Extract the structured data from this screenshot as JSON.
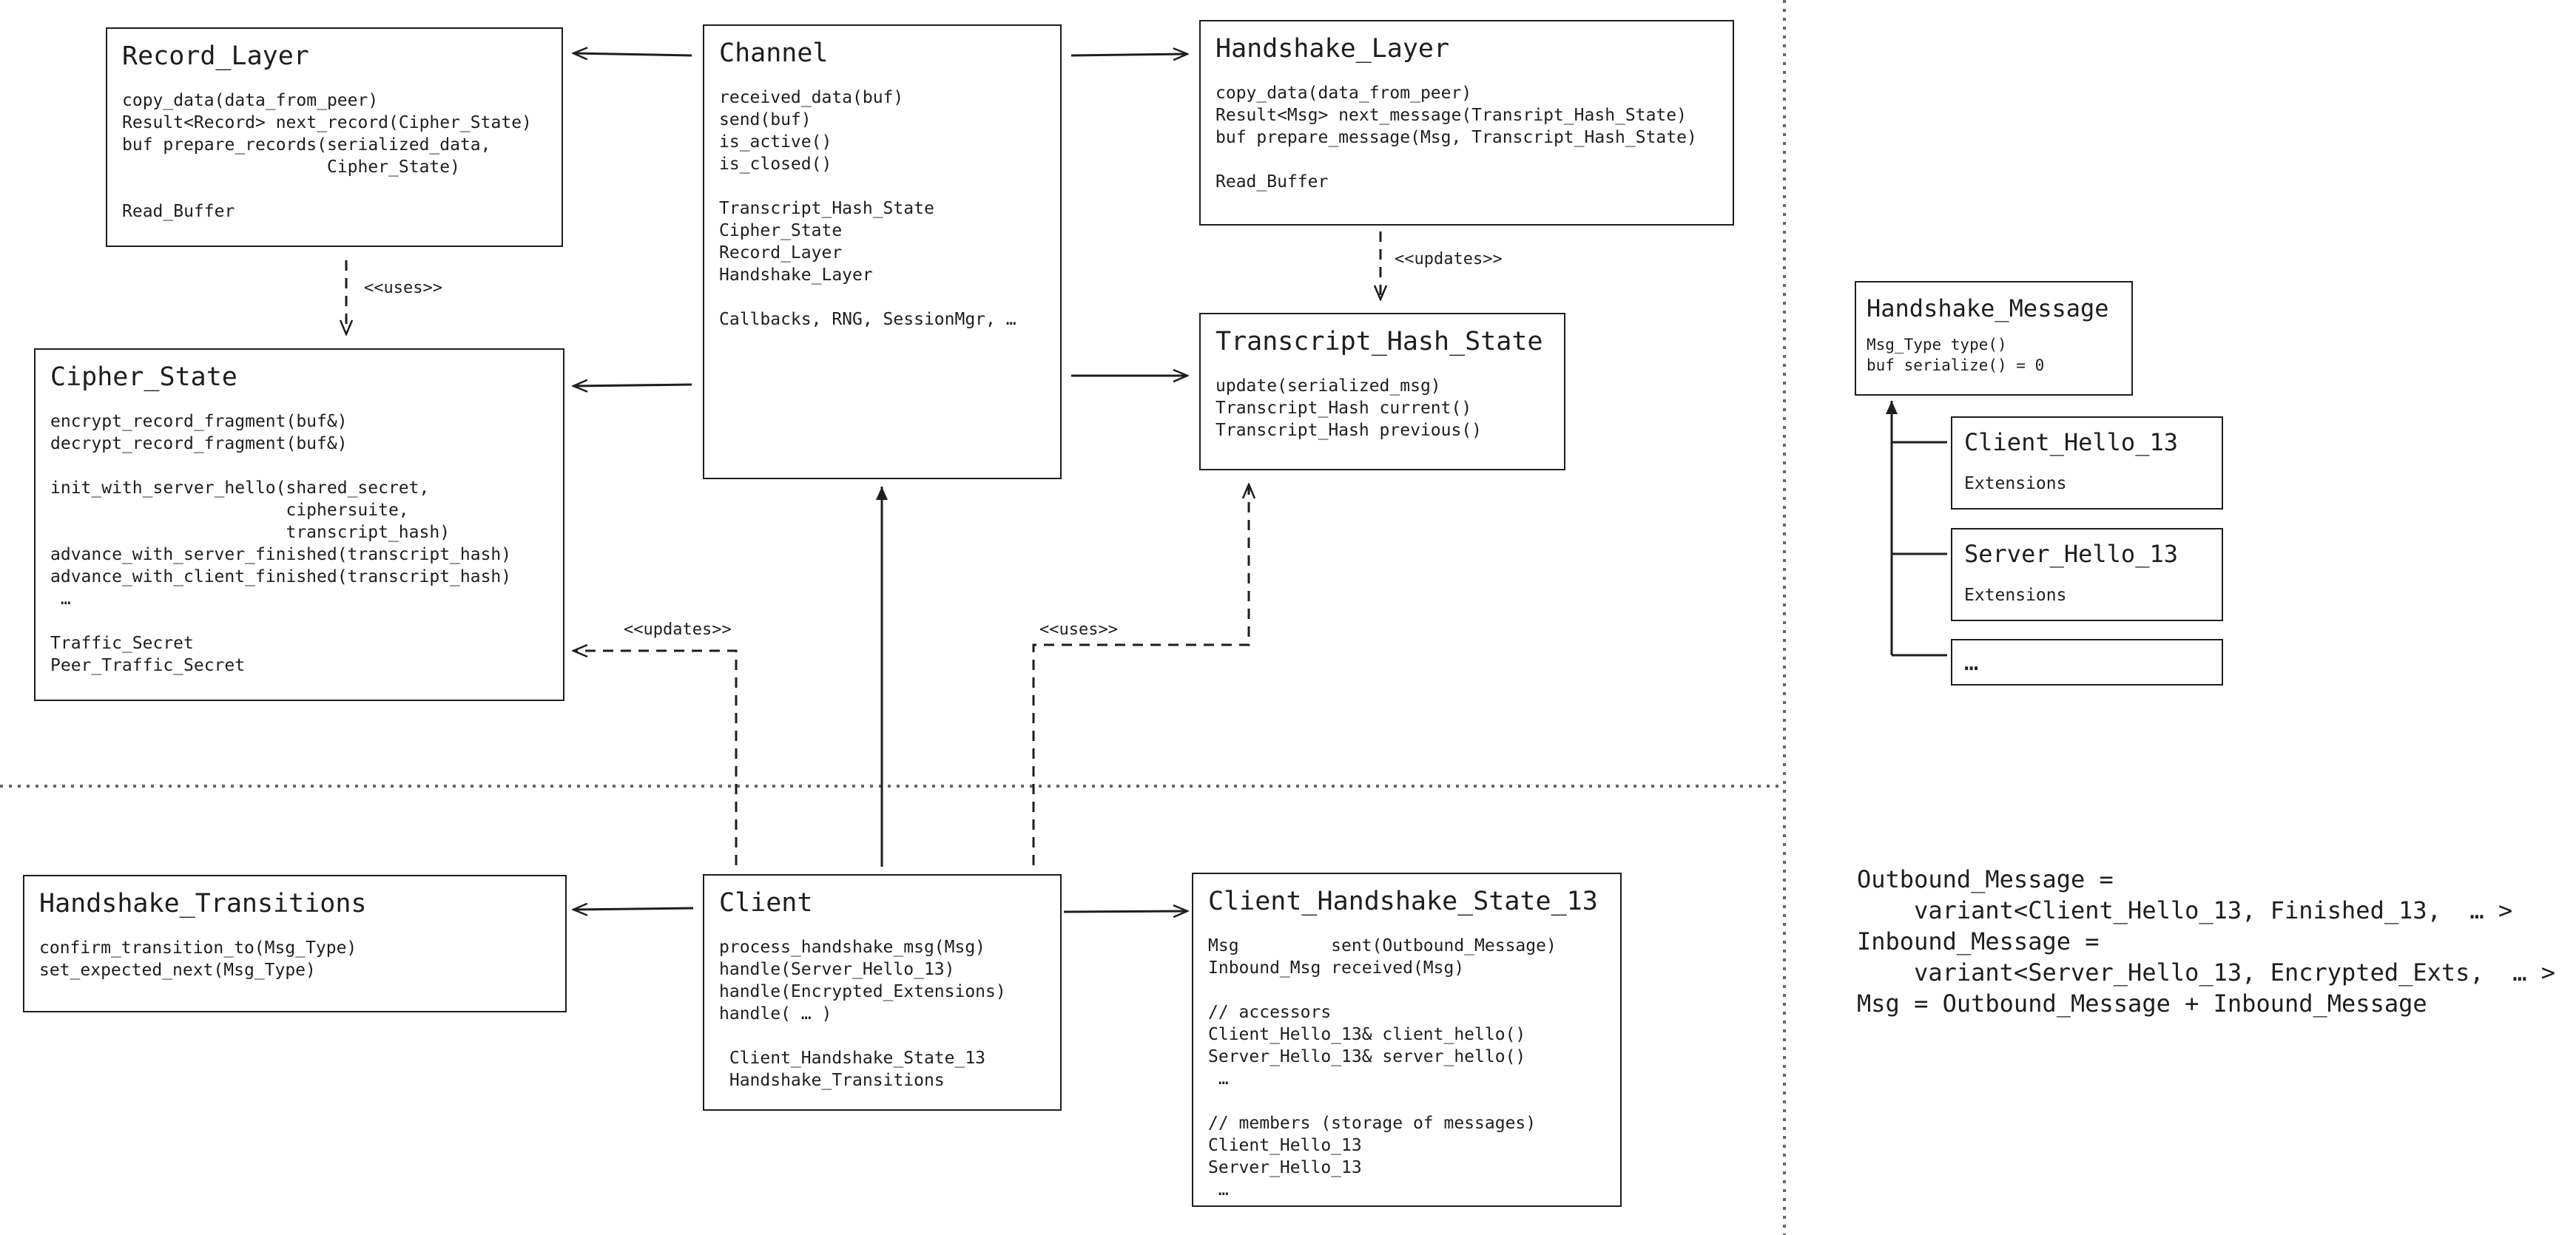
{
  "boxes": {
    "record_layer": {
      "title": "Record_Layer",
      "body": "copy_data(data_from_peer)\nResult<Record> next_record(Cipher_State)\nbuf prepare_records(serialized_data,\n                    Cipher_State)\n\nRead_Buffer"
    },
    "channel": {
      "title": "Channel",
      "body": "received_data(buf)\nsend(buf)\nis_active()\nis_closed()\n\nTranscript_Hash_State\nCipher_State\nRecord_Layer\nHandshake_Layer\n\nCallbacks, RNG, SessionMgr, …"
    },
    "handshake_layer": {
      "title": "Handshake_Layer",
      "body": "copy_data(data_from_peer)\nResult<Msg> next_message(Transript_Hash_State)\nbuf prepare_message(Msg, Transcript_Hash_State)\n\nRead_Buffer"
    },
    "cipher_state": {
      "title": "Cipher_State",
      "body": "encrypt_record_fragment(buf&)\ndecrypt_record_fragment(buf&)\n\ninit_with_server_hello(shared_secret,\n                       ciphersuite,\n                       transcript_hash)\nadvance_with_server_finished(transcript_hash)\nadvance_with_client_finished(transcript_hash)\n …\n\nTraffic_Secret\nPeer_Traffic_Secret"
    },
    "transcript_hash_state": {
      "title": "Transcript_Hash_State",
      "body": "update(serialized_msg)\nTranscript_Hash current()\nTranscript_Hash previous()"
    },
    "handshake_message": {
      "title": "Handshake_Message",
      "body": "Msg_Type type()\nbuf serialize() = 0"
    },
    "client_hello_13": {
      "title": "Client_Hello_13",
      "body": "Extensions"
    },
    "server_hello_13": {
      "title": "Server_Hello_13",
      "body": "Extensions"
    },
    "ellipsis_msg": {
      "title": "…",
      "body": ""
    },
    "handshake_transitions": {
      "title": "Handshake_Transitions",
      "body": "confirm_transition_to(Msg_Type)\nset_expected_next(Msg_Type)"
    },
    "client": {
      "title": "Client",
      "body": "process_handshake_msg(Msg)\nhandle(Server_Hello_13)\nhandle(Encrypted_Extensions)\nhandle( … )\n\n Client_Handshake_State_13\n Handshake_Transitions"
    },
    "client_handshake_state_13": {
      "title": "Client_Handshake_State_13",
      "body": "Msg         sent(Outbound_Message)\nInbound_Msg received(Msg)\n\n// accessors\nClient_Hello_13& client_hello()\nServer_Hello_13& server_hello()\n …\n\n// members (storage of messages)\nClient_Hello_13\nServer_Hello_13\n …"
    }
  },
  "edge_labels": {
    "uses_record_cipher": "<<uses>>",
    "updates_handshake_transcript": "<<updates>>",
    "updates_client_cipher": "<<updates>>",
    "uses_client_transcript": "<<uses>>"
  },
  "note": {
    "lines": [
      "Outbound_Message =",
      "    variant<Client_Hello_13, Finished_13,  … >",
      "Inbound_Message =",
      "    variant<Server_Hello_13, Encrypted_Exts,  … >",
      "Msg = Outbound_Message + Inbound_Message"
    ]
  }
}
